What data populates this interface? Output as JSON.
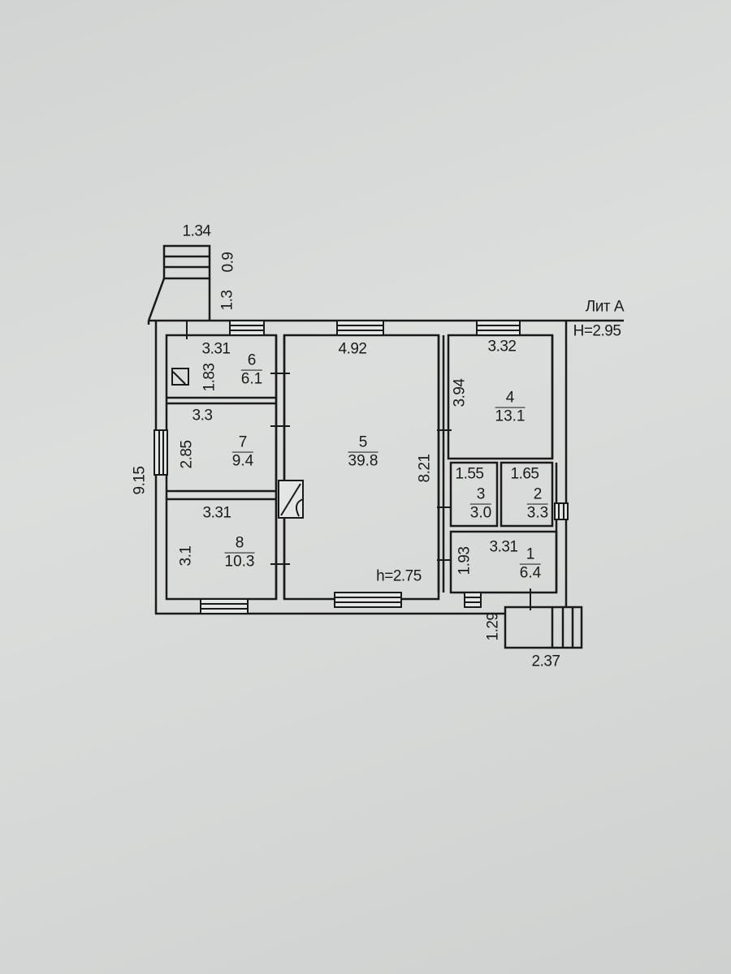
{
  "title": {
    "lit": "Лит А",
    "height": "H=2.95"
  },
  "porch_top": {
    "width": "1.34",
    "depth": "0.9",
    "length": "1.3"
  },
  "porch_bottom": {
    "width": "2.37",
    "depth": "1.29"
  },
  "overall": {
    "length_left": "9.15",
    "room5_height": "h=2.75"
  },
  "rooms": [
    {
      "number": "1",
      "area": "6.4",
      "width": "3.31",
      "depth": "1.93"
    },
    {
      "number": "2",
      "area": "3.3",
      "width": "1.65"
    },
    {
      "number": "3",
      "area": "3.0",
      "width": "1.55"
    },
    {
      "number": "4",
      "area": "13.1",
      "width": "3.32",
      "depth": "3.94"
    },
    {
      "number": "5",
      "area": "39.8",
      "width": "4.92",
      "depth": "8.21"
    },
    {
      "number": "6",
      "area": "6.1",
      "width": "3.31",
      "depth": "1.83"
    },
    {
      "number": "7",
      "area": "9.4",
      "width": "3.3",
      "depth": "2.85"
    },
    {
      "number": "8",
      "area": "10.3",
      "width": "3.31",
      "depth": "3.1"
    }
  ]
}
